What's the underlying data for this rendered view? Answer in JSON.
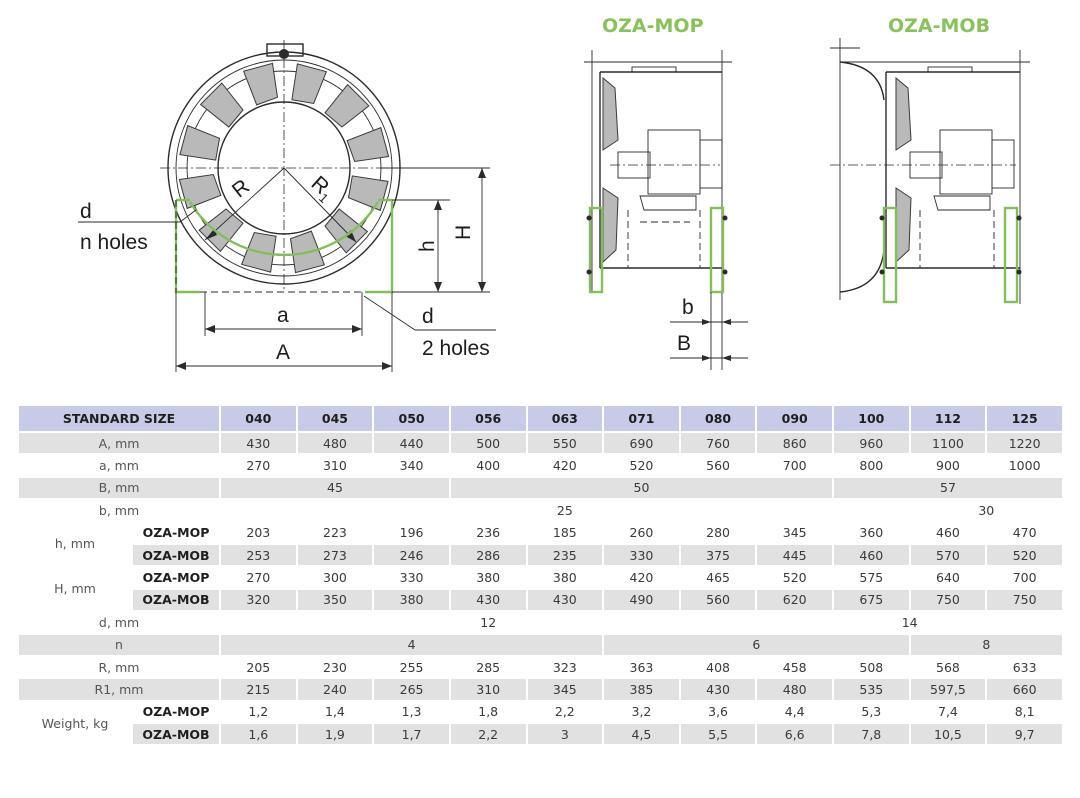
{
  "diagram": {
    "front_labels": {
      "d_left": "d",
      "n_holes": "n holes",
      "R": "R",
      "R1_main": "R",
      "R1_sub": "1",
      "h": "h",
      "H": "H",
      "a": "a",
      "A": "A",
      "d_right": "d",
      "two_holes": "2 holes"
    },
    "mop": {
      "title": "OZA-MOP",
      "b": "b",
      "B": "B"
    },
    "mob": {
      "title": "OZA-MOB"
    },
    "accent_color": "#87c35a"
  },
  "table": {
    "header_label": "STANDARD SIZE",
    "sizes": [
      "040",
      "045",
      "050",
      "056",
      "063",
      "071",
      "080",
      "090",
      "100",
      "112",
      "125"
    ],
    "rows": {
      "A": {
        "label": "A, mm",
        "values": [
          "430",
          "480",
          "440",
          "500",
          "550",
          "690",
          "760",
          "860",
          "960",
          "1100",
          "1220"
        ]
      },
      "a": {
        "label": "a, mm",
        "values": [
          "270",
          "310",
          "340",
          "400",
          "420",
          "520",
          "560",
          "700",
          "800",
          "900",
          "1000"
        ]
      },
      "B": {
        "label": "B, mm",
        "spans": [
          "45",
          "50",
          "57"
        ]
      },
      "b": {
        "label": "b, mm",
        "spans": [
          "25",
          "30"
        ]
      },
      "h": {
        "label": "h, mm",
        "mop": [
          "203",
          "223",
          "196",
          "236",
          "185",
          "260",
          "280",
          "345",
          "360",
          "460",
          "470"
        ],
        "mob": [
          "253",
          "273",
          "246",
          "286",
          "235",
          "330",
          "375",
          "445",
          "460",
          "570",
          "520"
        ]
      },
      "H": {
        "label": "H, mm",
        "mop": [
          "270",
          "300",
          "330",
          "380",
          "380",
          "420",
          "465",
          "520",
          "575",
          "640",
          "700"
        ],
        "mob": [
          "320",
          "350",
          "380",
          "430",
          "430",
          "490",
          "560",
          "620",
          "675",
          "750",
          "750"
        ]
      },
      "d": {
        "label": "d, mm",
        "spans": [
          "12",
          "14"
        ]
      },
      "n": {
        "label": "n",
        "spans": [
          "4",
          "6",
          "8"
        ]
      },
      "R": {
        "label": "R, mm",
        "values": [
          "205",
          "230",
          "255",
          "285",
          "323",
          "363",
          "408",
          "458",
          "508",
          "568",
          "633"
        ]
      },
      "R1": {
        "label": "R1, mm",
        "values": [
          "215",
          "240",
          "265",
          "310",
          "345",
          "385",
          "430",
          "480",
          "535",
          "597,5",
          "660"
        ]
      },
      "weight": {
        "label": "Weight, kg",
        "mop": [
          "1,2",
          "1,4",
          "1,3",
          "1,8",
          "2,2",
          "3,2",
          "3,6",
          "4,4",
          "5,3",
          "7,4",
          "8,1"
        ],
        "mob": [
          "1,6",
          "1,9",
          "1,7",
          "2,2",
          "3",
          "4,5",
          "5,5",
          "6,6",
          "7,8",
          "10,5",
          "9,7"
        ]
      },
      "model_mop": "OZA-MOP",
      "model_mob": "OZA-MOB"
    }
  }
}
